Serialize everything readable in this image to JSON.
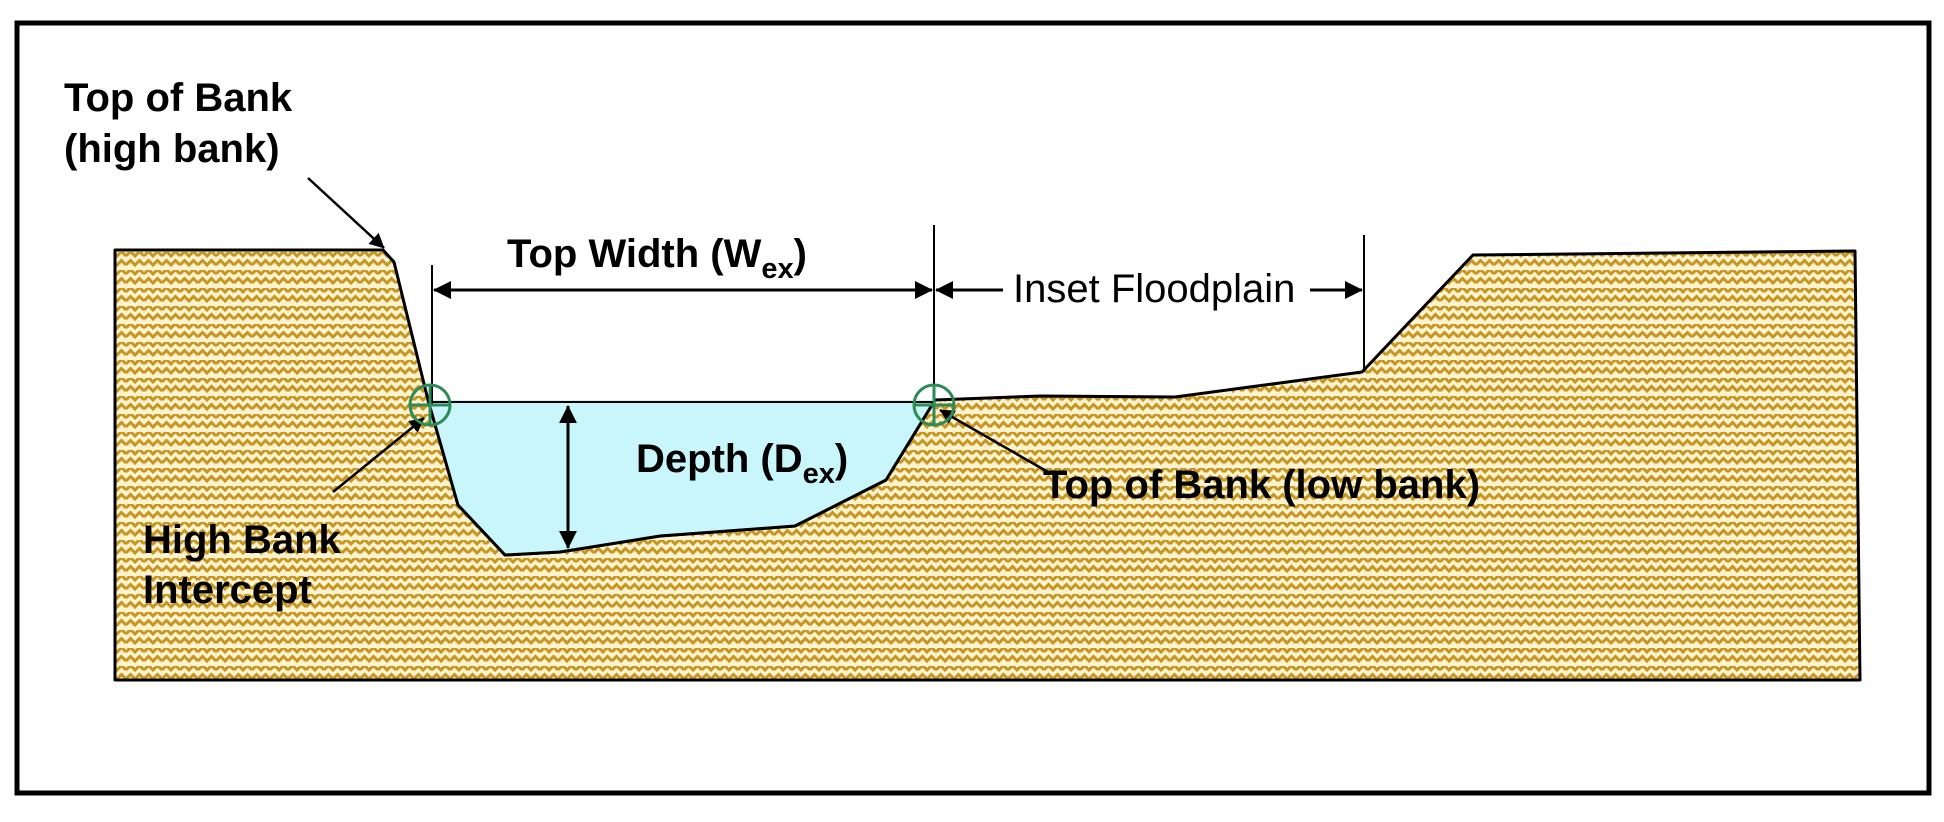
{
  "labels": {
    "top_of_bank_high_line1": "Top of Bank",
    "top_of_bank_high_line2": "(high bank)",
    "top_width_main": "Top Width (W",
    "top_width_sub": "ex",
    "top_width_close": ")",
    "inset_floodplain": "Inset Floodplain",
    "depth_main": "Depth (D",
    "depth_sub": "ex",
    "depth_close": ")",
    "top_of_bank_low": "Top of Bank (low bank)",
    "high_bank_intercept_line1": "High Bank",
    "high_bank_intercept_line2": "Intercept"
  },
  "colors": {
    "ground_fill": "#fdf3d0",
    "ground_pattern": "#c8961e",
    "water": "#c8f6fa",
    "marker": "#2e8b57",
    "outline": "#000000"
  }
}
